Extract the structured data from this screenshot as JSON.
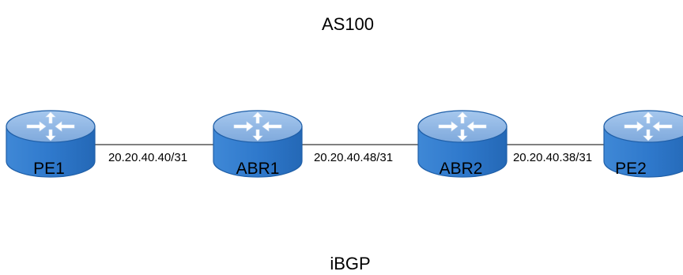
{
  "diagram": {
    "top_label": "AS100",
    "bottom_label": "iBGP"
  },
  "routers": [
    {
      "label": "PE1"
    },
    {
      "label": "ABR1"
    },
    {
      "label": "ABR2"
    },
    {
      "label": "PE2"
    }
  ],
  "links": [
    {
      "label": "20.20.40.40/31"
    },
    {
      "label": "20.20.40.48/31"
    },
    {
      "label": "20.20.40.38/31"
    }
  ],
  "colors": {
    "router_top": "#8fb8e6",
    "router_side": "#2f79cc",
    "router_outline": "#1f5fa8",
    "arrow": "#ffffff",
    "link_line": "#000000"
  },
  "icons": {
    "router": "router-icon"
  }
}
